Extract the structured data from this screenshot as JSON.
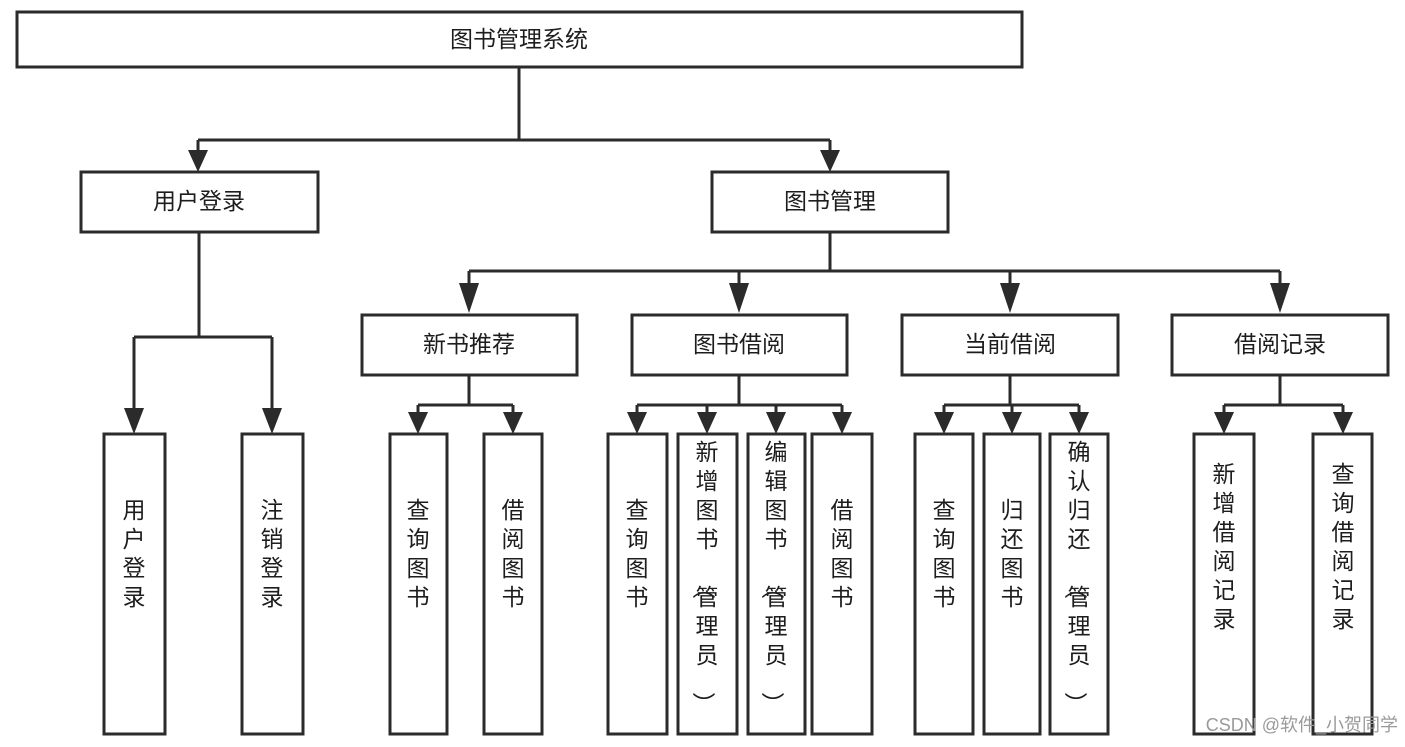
{
  "diagram": {
    "type": "tree-hierarchy",
    "title": "图书管理系统",
    "orientation": "top-down",
    "colors": {
      "stroke": "#2b2b2b",
      "fill": "#ffffff",
      "text": "#1d1d1d",
      "watermark": "#9a9a9a"
    },
    "root": {
      "label": "图书管理系统"
    },
    "level2": [
      {
        "id": "user-login",
        "label": "用户登录"
      },
      {
        "id": "book-manage",
        "label": "图书管理"
      }
    ],
    "level3": [
      {
        "id": "new-book-rec",
        "label": "新书推荐",
        "parent": "book-manage"
      },
      {
        "id": "book-borrow",
        "label": "图书借阅",
        "parent": "book-manage"
      },
      {
        "id": "current-borrow",
        "label": "当前借阅",
        "parent": "book-manage"
      },
      {
        "id": "borrow-record",
        "label": "借阅记录",
        "parent": "book-manage"
      }
    ],
    "leaves": [
      {
        "id": "leaf-user-login",
        "label": "用户登录",
        "parent": "user-login"
      },
      {
        "id": "leaf-logout",
        "label": "注销登录",
        "parent": "user-login"
      },
      {
        "id": "leaf-query-book-1",
        "label": "查询图书",
        "parent": "new-book-rec"
      },
      {
        "id": "leaf-borrow-book-1",
        "label": "借阅图书",
        "parent": "new-book-rec"
      },
      {
        "id": "leaf-query-book-2",
        "label": "查询图书",
        "parent": "book-borrow"
      },
      {
        "id": "leaf-add-book",
        "label": "新增图书（管理员）",
        "parent": "book-borrow"
      },
      {
        "id": "leaf-edit-book",
        "label": "编辑图书（管理员）",
        "parent": "book-borrow"
      },
      {
        "id": "leaf-borrow-book-2",
        "label": "借阅图书",
        "parent": "book-borrow"
      },
      {
        "id": "leaf-query-book-3",
        "label": "查询图书",
        "parent": "current-borrow"
      },
      {
        "id": "leaf-return-book",
        "label": "归还图书",
        "parent": "current-borrow"
      },
      {
        "id": "leaf-confirm-return",
        "label": "确认归还（管理员）",
        "parent": "current-borrow"
      },
      {
        "id": "leaf-add-record",
        "label": "新增借阅记录",
        "parent": "borrow-record"
      },
      {
        "id": "leaf-query-record",
        "label": "查询借阅记录",
        "parent": "borrow-record"
      }
    ]
  },
  "watermark": {
    "text": "CSDN @软件_小贺同学"
  }
}
